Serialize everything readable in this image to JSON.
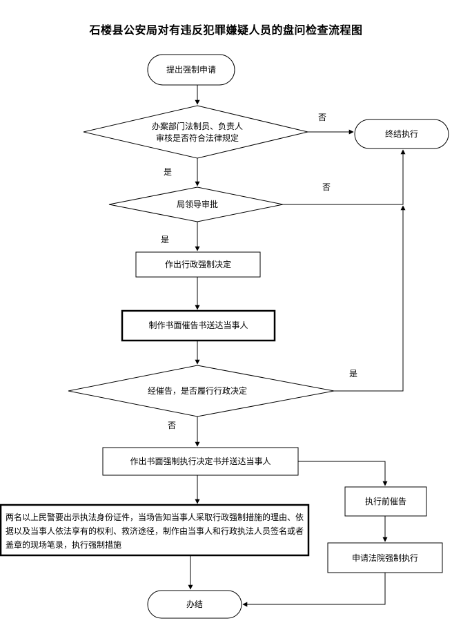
{
  "title": "石楼县公安局对有违反犯罪嫌疑人员的盘问检查流程图",
  "nodes": {
    "apply": "提出强制申请",
    "review_line1": "办案部门法制员、负责人",
    "review_line2": "审核是否符合法律规定",
    "terminate": "终结执行",
    "leader": "局领导审批",
    "decision": "作出行政强制决定",
    "notice": "制作书面催告书送达当事人",
    "comply_check": "经催告，是否履行行政决定",
    "written_decision": "作出书面强制执行决定书并送达当事人",
    "measures": "两名以上民警要出示执法身份证件，当场告知当事人采取行政强制措施的理由、依据以及当事人依法享有的权利、救济途径，制作由当事人和行政执法人员签名或者盖章的现场笔录，执行强制措施",
    "pre_execution_notice": "执行前催告",
    "court_enforcement": "申请法院强制执行",
    "done": "办结"
  },
  "edge_labels": {
    "review_no": "否",
    "review_yes": "是",
    "leader_no": "否",
    "leader_yes": "是",
    "comply_yes": "是",
    "comply_no": "否"
  }
}
